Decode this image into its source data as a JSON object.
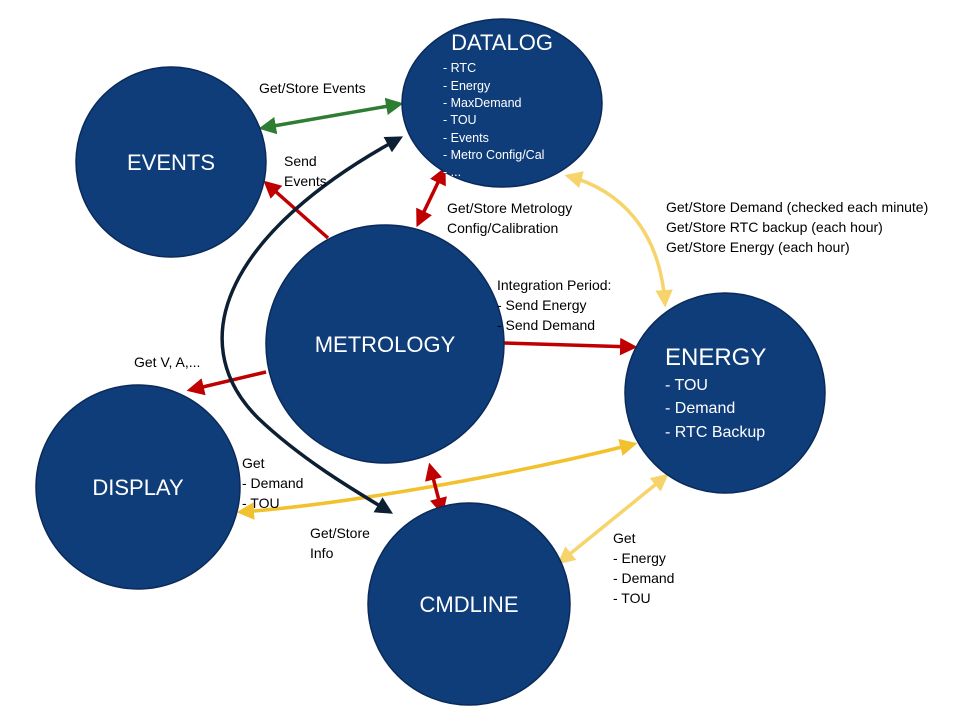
{
  "colors": {
    "node_fill": "#0f3d7a",
    "arrow_green": "#2e7d32",
    "arrow_red": "#c00000",
    "arrow_yellow": "#f2c12e",
    "arrow_yellow_light": "#f7d46b",
    "arrow_navy": "#0d2033"
  },
  "nodes": {
    "datalog": {
      "title": "DATALOG",
      "items": [
        "- RTC",
        "- Energy",
        "- MaxDemand",
        "- TOU",
        "- Events",
        "- Metro Config/Cal",
        "- ..."
      ]
    },
    "events": {
      "title": "EVENTS"
    },
    "metrology": {
      "title": "METROLOGY"
    },
    "energy": {
      "title": "ENERGY",
      "items": [
        "- TOU",
        "- Demand",
        "- RTC Backup"
      ]
    },
    "display": {
      "title": "DISPLAY"
    },
    "cmdline": {
      "title": "CMDLINE"
    }
  },
  "edges": {
    "get_store_events": "Get/Store Events",
    "send_events": [
      "Send",
      "Events"
    ],
    "get_store_metrology": [
      "Get/Store Metrology",
      "Config/Calibration"
    ],
    "datalog_energy": [
      "Get/Store Demand (checked each minute)",
      "Get/Store RTC backup (each hour)",
      "Get/Store Energy (each hour)"
    ],
    "integration_period": [
      "Integration Period:",
      "- Send Energy",
      "- Send Demand"
    ],
    "get_va": "Get V, A,...",
    "display_get": [
      "Get",
      "- Demand",
      "- TOU"
    ],
    "get_store_info": [
      "Get/Store",
      "Info"
    ],
    "cmdline_get": [
      "Get",
      "- Energy",
      "- Demand",
      "- TOU"
    ]
  }
}
